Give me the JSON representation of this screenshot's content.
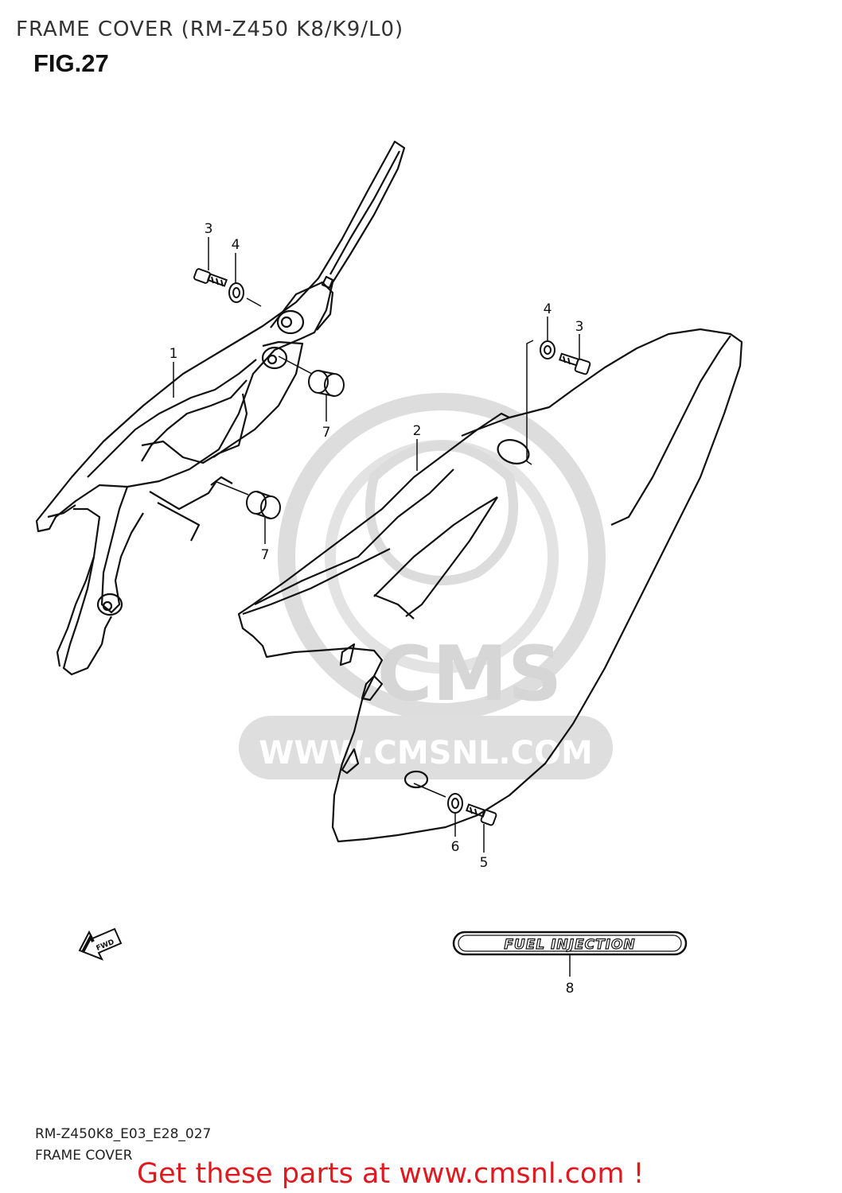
{
  "header": {
    "title": "FRAME COVER (RM-Z450 K8/K9/L0)",
    "figure": "FIG.27"
  },
  "watermark": {
    "brand": "CMS",
    "url": "WWW.CMSNL.COM"
  },
  "callouts": {
    "part1": "1",
    "part2": "2",
    "part3_left": "3",
    "part3_right": "3",
    "part4_left": "4",
    "part4_right": "4",
    "part5": "5",
    "part6": "6",
    "part7_upper": "7",
    "part7_lower": "7",
    "part8": "8"
  },
  "decal_text": "FUEL INJECTION",
  "fwd_label": "FWD",
  "footer": {
    "ref_code": "RM-Z450K8_E03_E28_027",
    "ref_name": "FRAME COVER",
    "link_text": "Get these parts at www.cmsnl.com !"
  },
  "colors": {
    "line": "#111111",
    "watermark": "#d9d9d9",
    "link": "#e0191f"
  }
}
